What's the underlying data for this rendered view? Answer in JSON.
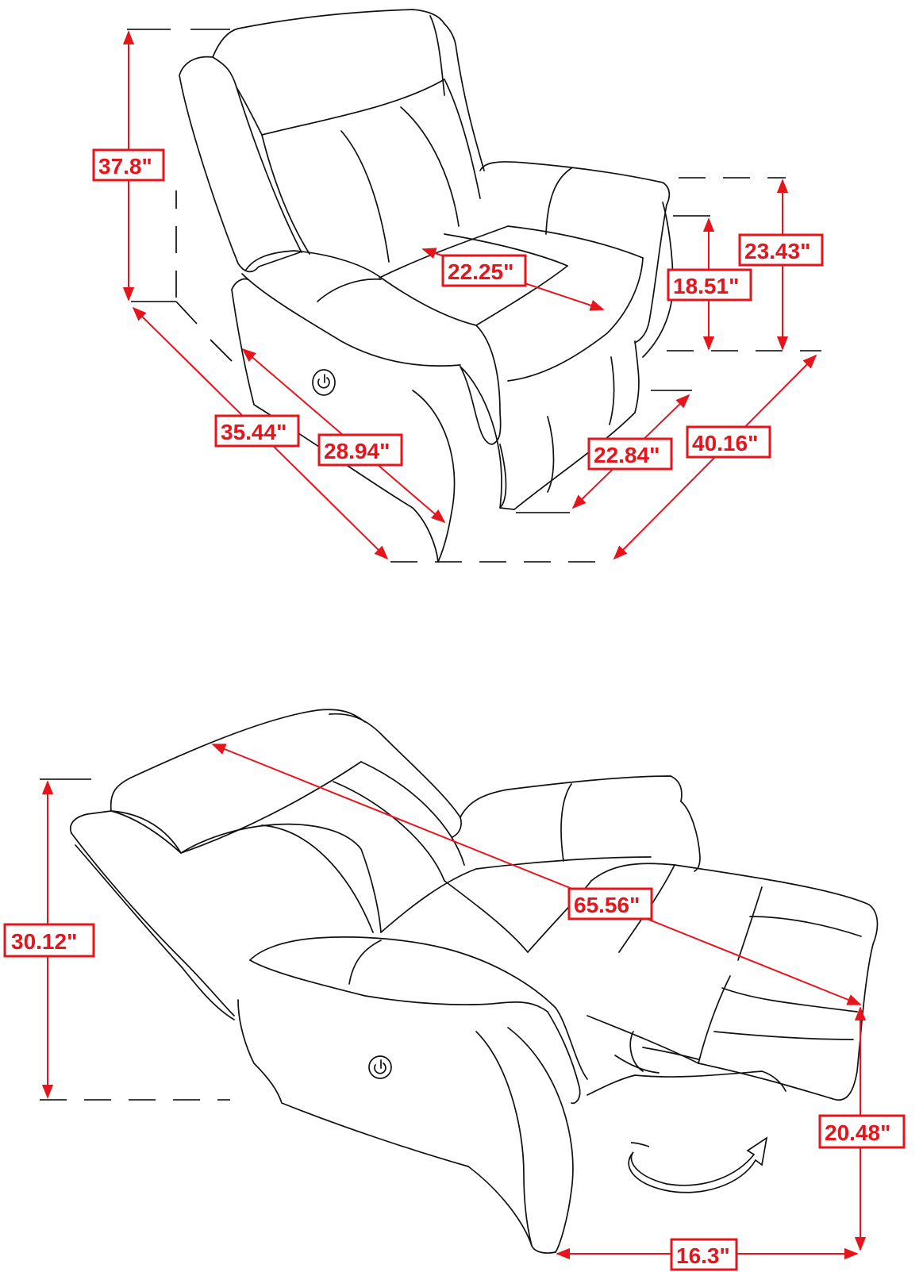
{
  "colors": {
    "dimension": "#e8141c",
    "outline": "#111111",
    "background": "#ffffff"
  },
  "upright_view": {
    "overall_height": "37.8\"",
    "seat_width": "22.25\"",
    "seat_height": "18.51\"",
    "arm_height": "23.43\"",
    "overall_depth": "35.44\"",
    "seat_depth": "28.94\"",
    "seat_front_width": "22.84\"",
    "overall_width": "40.16\""
  },
  "reclined_view": {
    "reclined_length": "65.56\"",
    "reclined_height": "30.12\"",
    "footrest_height": "20.48\"",
    "wall_clearance": "16.3\"",
    "recline_motion_icon": "curved-arrow-icon",
    "power_button_icon": "power-button-icon"
  }
}
